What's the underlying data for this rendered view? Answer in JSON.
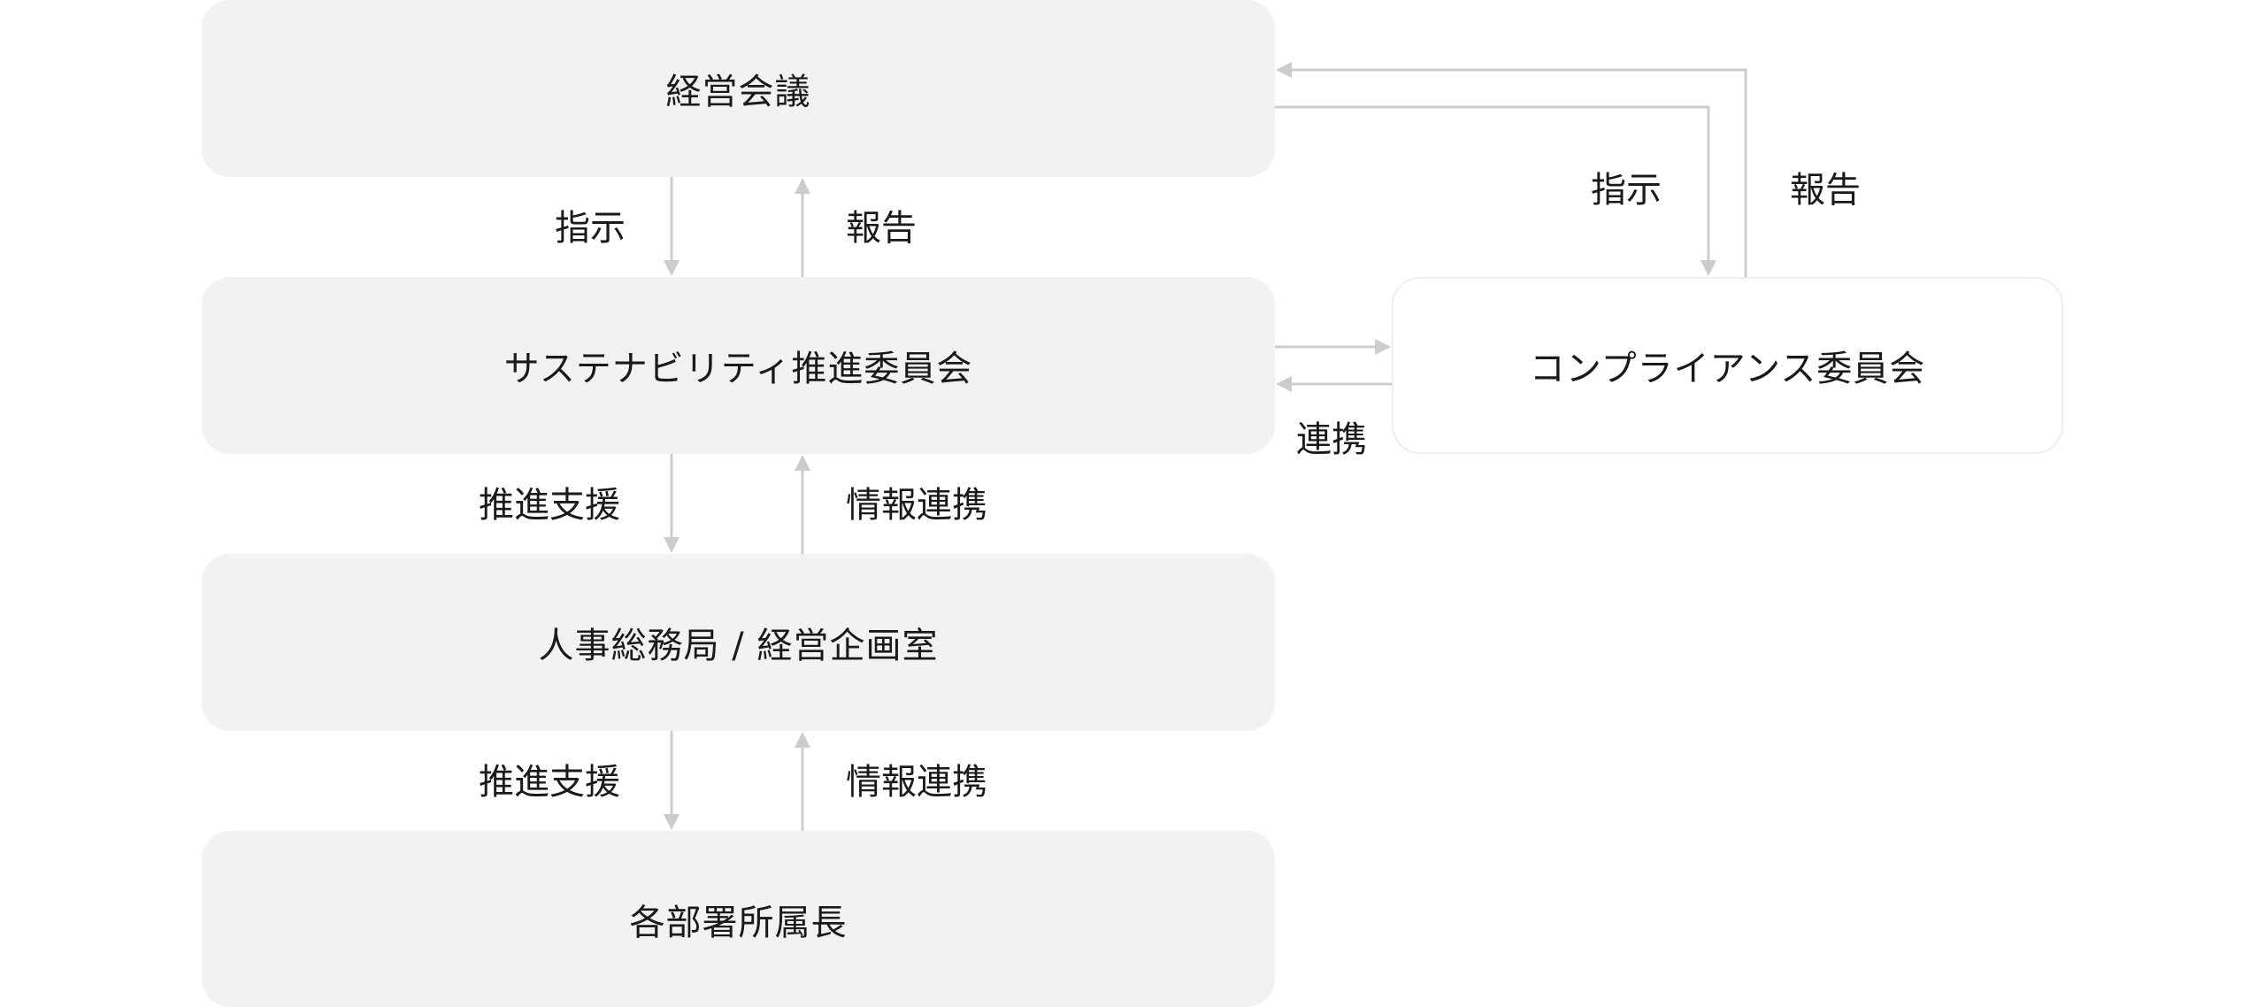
{
  "boxes": {
    "keiei": "経営会議",
    "sustainability": "サステナビリティ推進委員会",
    "jinji": "人事総務局 / 経営企画室",
    "kakubu": "各部署所属長",
    "compliance": "コンプライアンス委員会"
  },
  "labels": {
    "shiji_left": "指示",
    "houkoku_left": "報告",
    "suishin_1": "推進支援",
    "joho_1": "情報連携",
    "suishin_2": "推進支援",
    "joho_2": "情報連携",
    "shiji_right": "指示",
    "houkoku_right": "報告",
    "renkei": "連携"
  },
  "colors": {
    "box_fill": "#f2f1f3",
    "box_border": "#eeedf0",
    "connector": "#cccccc"
  }
}
